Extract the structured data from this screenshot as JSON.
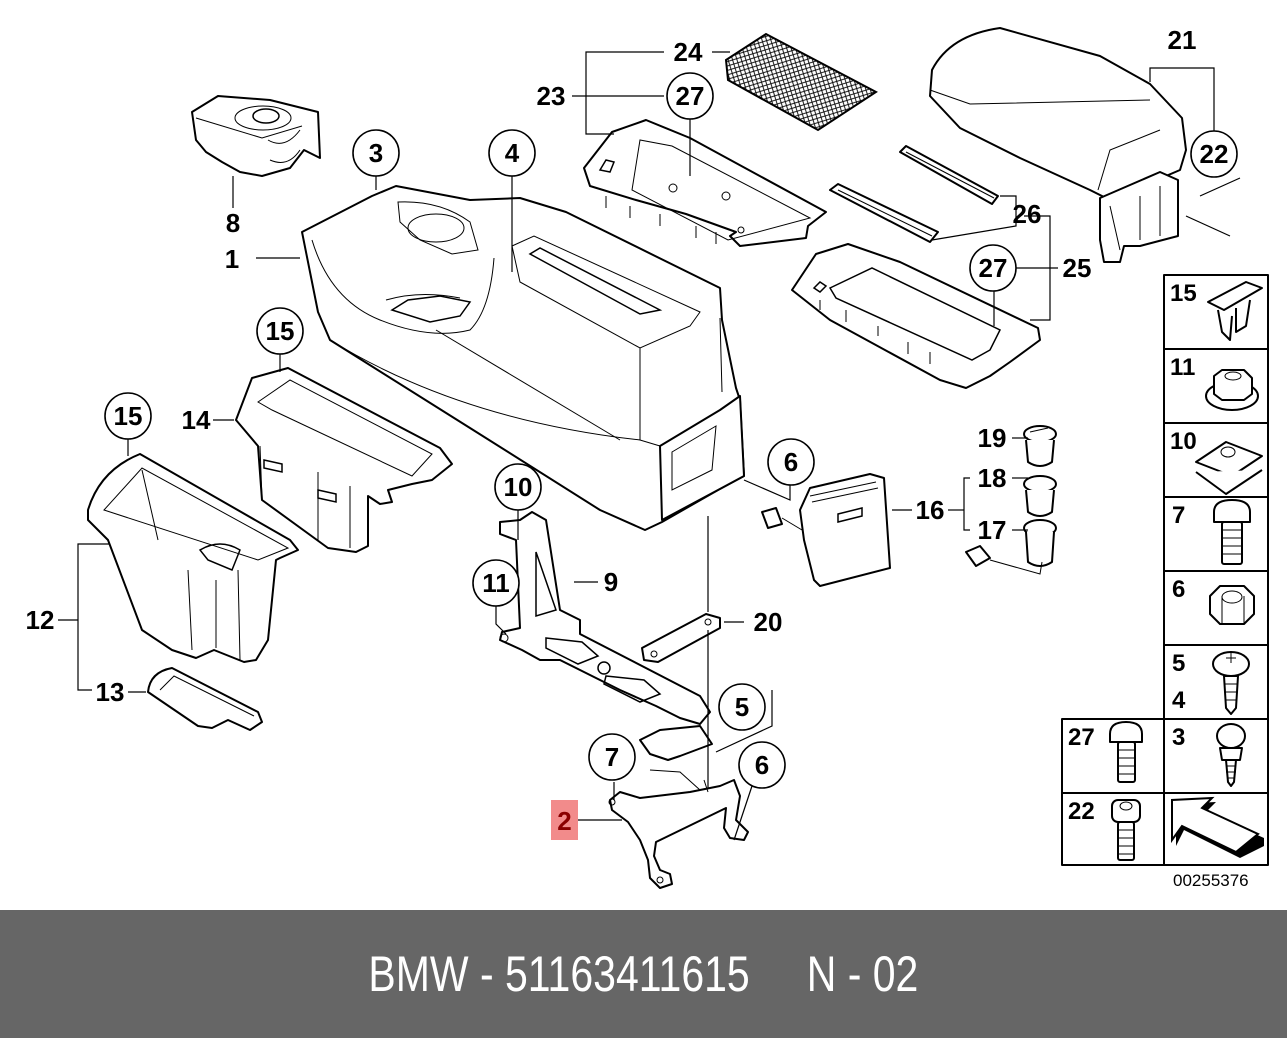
{
  "diagram": {
    "drawing_number": "00255376",
    "highlighted_part": "2",
    "colors": {
      "highlight_fill": "#f28b8b",
      "highlight_text": "#8b0000",
      "footer_bg": "#666666",
      "footer_text": "#ffffff"
    },
    "callouts": [
      {
        "id": "c1",
        "number": "1",
        "circled": false
      },
      {
        "id": "c2",
        "number": "2",
        "circled": false,
        "highlighted": true
      },
      {
        "id": "c3",
        "number": "3",
        "circled": true
      },
      {
        "id": "c4",
        "number": "4",
        "circled": true
      },
      {
        "id": "c5",
        "number": "5",
        "circled": true
      },
      {
        "id": "c6a",
        "number": "6",
        "circled": true
      },
      {
        "id": "c6b",
        "number": "6",
        "circled": true
      },
      {
        "id": "c7",
        "number": "7",
        "circled": true
      },
      {
        "id": "c8",
        "number": "8",
        "circled": false
      },
      {
        "id": "c9",
        "number": "9",
        "circled": false
      },
      {
        "id": "c10",
        "number": "10",
        "circled": true
      },
      {
        "id": "c11",
        "number": "11",
        "circled": true
      },
      {
        "id": "c12",
        "number": "12",
        "circled": false
      },
      {
        "id": "c13",
        "number": "13",
        "circled": false
      },
      {
        "id": "c14",
        "number": "14",
        "circled": false
      },
      {
        "id": "c15a",
        "number": "15",
        "circled": true
      },
      {
        "id": "c15b",
        "number": "15",
        "circled": true
      },
      {
        "id": "c16",
        "number": "16",
        "circled": false
      },
      {
        "id": "c17",
        "number": "17",
        "circled": false
      },
      {
        "id": "c18",
        "number": "18",
        "circled": false
      },
      {
        "id": "c19",
        "number": "19",
        "circled": false
      },
      {
        "id": "c20",
        "number": "20",
        "circled": false
      },
      {
        "id": "c21",
        "number": "21",
        "circled": false
      },
      {
        "id": "c22",
        "number": "22",
        "circled": true
      },
      {
        "id": "c23",
        "number": "23",
        "circled": false
      },
      {
        "id": "c24",
        "number": "24",
        "circled": false
      },
      {
        "id": "c25",
        "number": "25",
        "circled": false
      },
      {
        "id": "c26",
        "number": "26",
        "circled": false
      },
      {
        "id": "c27a",
        "number": "27",
        "circled": true
      },
      {
        "id": "c27b",
        "number": "27",
        "circled": true
      }
    ],
    "legend": [
      {
        "number": "15",
        "icon": "clip-icon"
      },
      {
        "number": "11",
        "icon": "flange-nut-icon"
      },
      {
        "number": "10",
        "icon": "spring-nut-icon"
      },
      {
        "number": "7",
        "icon": "torx-bolt-icon"
      },
      {
        "number": "6",
        "icon": "hex-nut-icon"
      },
      {
        "number": "5",
        "number2": "4",
        "icon": "washer-screw-icon"
      },
      {
        "number": "27",
        "icon": "torx-bolt-icon"
      },
      {
        "number": "3",
        "icon": "collar-screw-icon"
      },
      {
        "number": "22",
        "icon": "socket-cap-screw-icon"
      },
      {
        "number": "",
        "icon": "direction-arrow-icon"
      }
    ]
  },
  "footer": {
    "text": "BMW - 51163411615     N - 02"
  }
}
